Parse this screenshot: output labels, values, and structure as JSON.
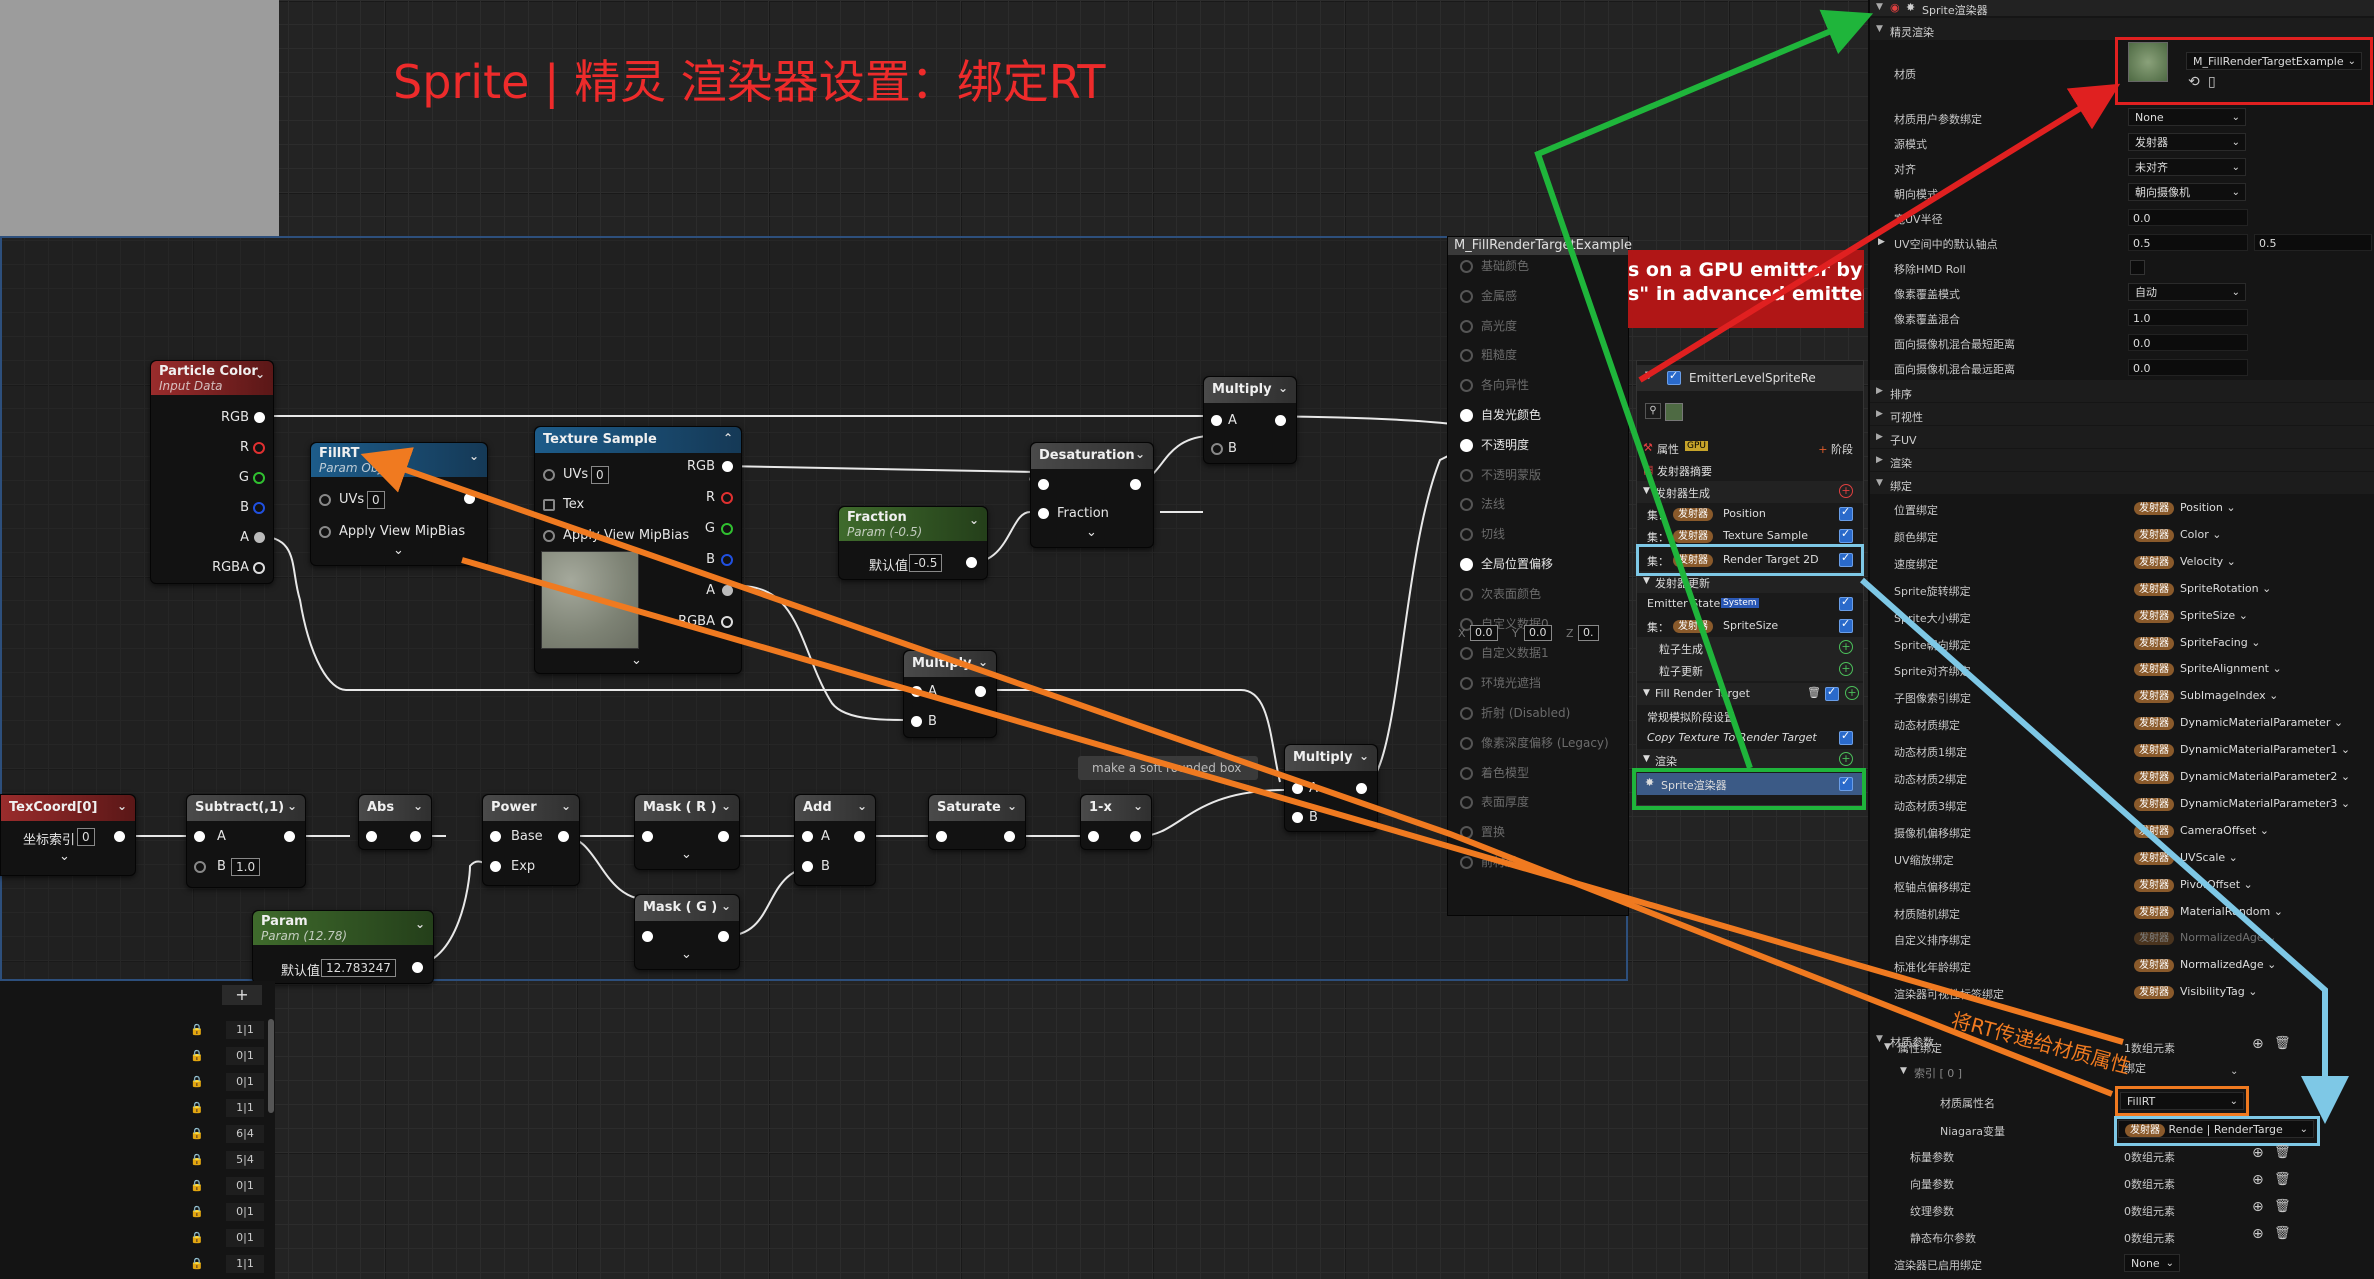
{
  "annotation_title": "Sprite | 精灵 渲染器设置：绑定RT",
  "annotation_rt": "将RT传递给材质属性",
  "tooltip_soft_box": "make a soft rounded box",
  "banner_lines": [
    "s on a GPU emitter by checki",
    "s\" in advanced emitter"
  ],
  "nodes": {
    "particle_color": {
      "title": "Particle Color",
      "sub": "Input Data",
      "pins": [
        "RGB",
        "R",
        "G",
        "B",
        "A",
        "RGBA"
      ]
    },
    "fillrt": {
      "title": "FillRT",
      "sub": "Param Object",
      "uvs": "UVs",
      "uvs_val": "0",
      "mip": "Apply View MipBias"
    },
    "texture_sample": {
      "title": "Texture Sample",
      "uvs": "UVs",
      "uvs_val": "0",
      "tex": "Tex",
      "mip": "Apply View MipBias",
      "outs": [
        "RGB",
        "R",
        "G",
        "B",
        "A",
        "RGBA"
      ]
    },
    "multiply1": {
      "title": "Multiply",
      "a": "A",
      "b": "B"
    },
    "desaturation": {
      "title": "Desaturation",
      "fraction": "Fraction"
    },
    "fraction": {
      "title": "Fraction",
      "sub": "Param (-0.5)",
      "default_label": "默认值",
      "default_val": "-0.5"
    },
    "multiply2": {
      "title": "Multiply",
      "a": "A",
      "b": "B"
    },
    "multiply3": {
      "title": "Multiply",
      "a": "A",
      "b": "B"
    },
    "texcoord": {
      "title": "TexCoord[0]",
      "label": "坐标索引",
      "val": "0"
    },
    "subtract": {
      "title": "Subtract(,1)",
      "a": "A",
      "b": "B",
      "b_val": "1.0"
    },
    "abs": {
      "title": "Abs"
    },
    "power": {
      "title": "Power",
      "base": "Base",
      "exp": "Exp"
    },
    "mask_r": {
      "title": "Mask ( R )"
    },
    "mask_g": {
      "title": "Mask ( G )"
    },
    "add": {
      "title": "Add",
      "a": "A",
      "b": "B"
    },
    "saturate": {
      "title": "Saturate"
    },
    "one_minus": {
      "title": "1-x"
    },
    "param": {
      "title": "Param",
      "sub": "Param (12.78)",
      "default_label": "默认值",
      "default_val": "12.783247"
    }
  },
  "material_output": {
    "title": "M_FillRenderTargetExample",
    "rows": [
      {
        "label": "基础颜色",
        "on": false
      },
      {
        "label": "金属感",
        "on": false
      },
      {
        "label": "高光度",
        "on": false
      },
      {
        "label": "粗糙度",
        "on": false
      },
      {
        "label": "各向异性",
        "on": false
      },
      {
        "label": "自发光颜色",
        "on": true
      },
      {
        "label": "不透明度",
        "on": true
      },
      {
        "label": "不透明蒙版",
        "on": false
      },
      {
        "label": "法线",
        "on": false
      },
      {
        "label": "切线",
        "on": false
      },
      {
        "label": "全局位置偏移",
        "on": true
      },
      {
        "label": "次表面颜色",
        "on": false
      },
      {
        "label": "自定义数据0",
        "on": false
      },
      {
        "label": "自定义数据1",
        "on": false
      },
      {
        "label": "环境光遮挡",
        "on": false
      },
      {
        "label": "折射 (Disabled)",
        "on": false
      },
      {
        "label": "像素深度偏移 (Legacy)",
        "on": false
      },
      {
        "label": "着色模型",
        "on": false
      },
      {
        "label": "表面厚度",
        "on": false
      },
      {
        "label": "置换",
        "on": false
      },
      {
        "label": "前材质",
        "on": false
      }
    ],
    "wpo_x": "0.0",
    "wpo_y": "0.0",
    "wpo_z": "0."
  },
  "emitter": {
    "title": "EmitterLevelSpriteRe",
    "props_label": "属性",
    "stage_label": "阶段",
    "summary": "发射器摘要",
    "spawn_section": "发射器生成",
    "tag_emitter": "发射器",
    "items_spawn": [
      "Position",
      "Texture Sample",
      "Render Target 2D"
    ],
    "update_section": "发射器更新",
    "emitter_state": "Emitter State",
    "system_tag": "System",
    "sprite_size": "SpriteSize",
    "particle_spawn": "粒子生成",
    "particle_update": "粒子更新",
    "fill_rt": "Fill Render Target",
    "sim_stage": "常规模拟阶段设置",
    "copy_tex": "Copy Texture To Render Target",
    "render": "渲染",
    "sprite_renderer": "Sprite渲染器",
    "prefix": "集："
  },
  "left_list": [
    "1|1",
    "0|1",
    "0|1",
    "1|1",
    "6|4",
    "5|4",
    "0|1",
    "0|1",
    "0|1",
    "1|1"
  ],
  "details": {
    "header": "Sprite渲染器",
    "section_sprite": "精灵渲染",
    "material_label": "材质",
    "material_value": "M_FillRenderTargetExample",
    "rows1": [
      {
        "k": "材质用户参数绑定",
        "v": "None",
        "type": "dd"
      },
      {
        "k": "源模式",
        "v": "发射器",
        "type": "dd"
      },
      {
        "k": "对齐",
        "v": "未对齐",
        "type": "dd"
      },
      {
        "k": "朝向模式",
        "v": "朝向摄像机",
        "type": "dd"
      },
      {
        "k": "宽UV半径",
        "v": "0.0",
        "type": "tin"
      },
      {
        "k": "UV空间中的默认轴点",
        "v": "0.5",
        "v2": "0.5",
        "type": "tin2"
      },
      {
        "k": "移除HMD Roll",
        "v": "",
        "type": "chk"
      },
      {
        "k": "像素覆盖模式",
        "v": "自动",
        "type": "dd"
      },
      {
        "k": "像素覆盖混合",
        "v": "1.0",
        "type": "tin"
      },
      {
        "k": "面向摄像机混合最短距离",
        "v": "0.0",
        "type": "tin"
      },
      {
        "k": "面向摄像机混合最远距离",
        "v": "0.0",
        "type": "tin"
      }
    ],
    "sections": [
      "排序",
      "可视性",
      "子UV",
      "渲染",
      "绑定"
    ],
    "bindings": [
      {
        "k": "位置绑定",
        "v": "Position"
      },
      {
        "k": "颜色绑定",
        "v": "Color"
      },
      {
        "k": "速度绑定",
        "v": "Velocity"
      },
      {
        "k": "Sprite旋转绑定",
        "v": "SpriteRotation"
      },
      {
        "k": "Sprite大小绑定",
        "v": "SpriteSize"
      },
      {
        "k": "Sprite朝向绑定",
        "v": "SpriteFacing"
      },
      {
        "k": "Sprite对齐绑定",
        "v": "SpriteAlignment"
      },
      {
        "k": "子图像索引绑定",
        "v": "SubImageIndex"
      },
      {
        "k": "动态材质绑定",
        "v": "DynamicMaterialParameter"
      },
      {
        "k": "动态材质1绑定",
        "v": "DynamicMaterialParameter1"
      },
      {
        "k": "动态材质2绑定",
        "v": "DynamicMaterialParameter2"
      },
      {
        "k": "动态材质3绑定",
        "v": "DynamicMaterialParameter3"
      },
      {
        "k": "摄像机偏移绑定",
        "v": "CameraOffset"
      },
      {
        "k": "UV缩放绑定",
        "v": "UVScale"
      },
      {
        "k": "枢轴点偏移绑定",
        "v": "PivotOffset"
      },
      {
        "k": "材质随机绑定",
        "v": "MaterialRandom"
      },
      {
        "k": "自定义排序绑定",
        "v": "NormalizedAge"
      },
      {
        "k": "标准化年龄绑定",
        "v": "NormalizedAge"
      },
      {
        "k": "渲染器可视性标签绑定",
        "v": "VisibilityTag"
      }
    ],
    "mat_params": "材质参数",
    "attr_bind": "属性绑定",
    "array_count": "1数组元素",
    "index_label": "索引 [ 0 ]",
    "bind_label": "绑定",
    "mat_attr_name": "材质属性名",
    "mat_attr_value": "FillRT",
    "niagara_var": "Niagara变量",
    "niagara_var_value": "Rende | RenderTarge",
    "scalar": "标量参数",
    "vector": "向量参数",
    "texture": "纹理参数",
    "static_bool": "静态布尔参数",
    "zero_count": "0数组元素",
    "renderer_enabled": "渲染器已启用绑定",
    "none": "None"
  },
  "colors": {
    "green": "#1fb53b",
    "red": "#e02020",
    "orange": "#f07a20",
    "blue": "#7ec8e6"
  }
}
